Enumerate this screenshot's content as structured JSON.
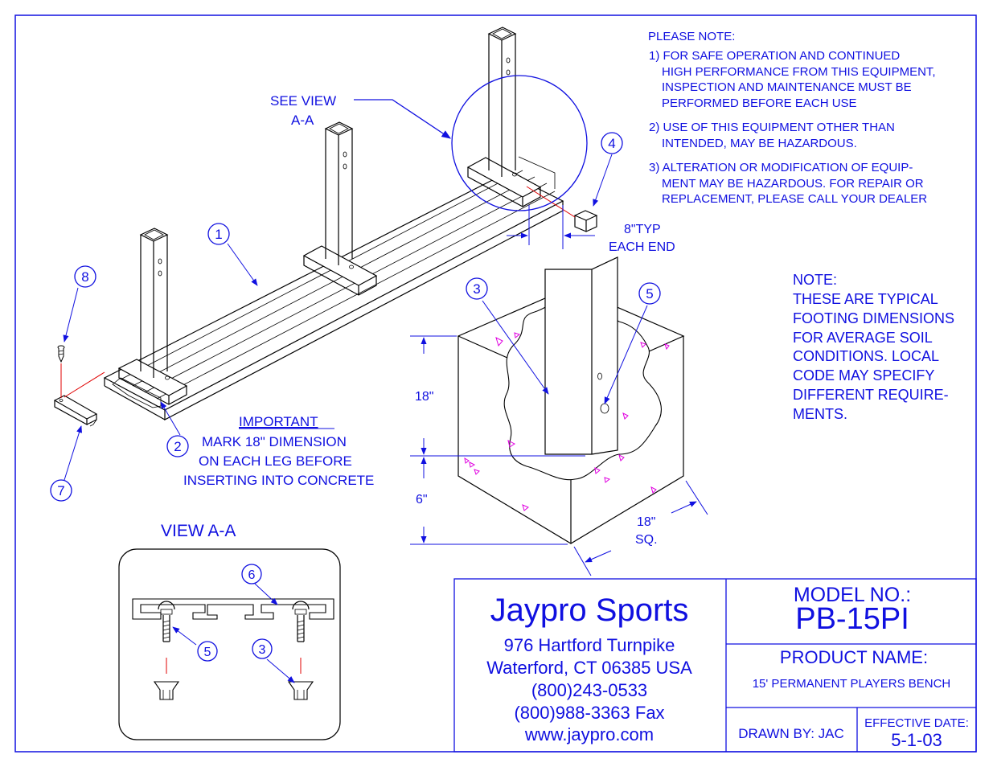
{
  "colors": {
    "ink": "#1010e0",
    "line": "#000000",
    "accent_red": "#e00000",
    "aggregate": "#e000e0"
  },
  "callouts": {
    "see_view_1": "SEE VIEW",
    "see_view_2": "A-A",
    "typ_1": "8\"TYP",
    "typ_2": "EACH END",
    "important_title": "IMPORTANT",
    "important_1": "MARK 18\" DIMENSION",
    "important_2": "ON EACH LEG BEFORE",
    "important_3": "INSERTING INTO CONCRETE",
    "view_title": "VIEW A-A"
  },
  "part_numbers": [
    "1",
    "2",
    "3",
    "4",
    "5",
    "6",
    "7",
    "8"
  ],
  "please_note": {
    "title": "PLEASE NOTE:",
    "n1_1": "1) FOR SAFE OPERATION AND CONTINUED",
    "n1_2": "HIGH PERFORMANCE FROM THIS EQUIPMENT,",
    "n1_3": "INSPECTION AND MAINTENANCE MUST BE",
    "n1_4": "PERFORMED BEFORE EACH USE",
    "n2_1": "2) USE OF THIS EQUIPMENT OTHER THAN",
    "n2_2": "INTENDED, MAY BE HAZARDOUS.",
    "n3_1": "3) ALTERATION OR MODIFICATION OF EQUIP-",
    "n3_2": "MENT MAY BE HAZARDOUS.  FOR REPAIR OR",
    "n3_3": "REPLACEMENT, PLEASE CALL YOUR DEALER"
  },
  "footing_note": {
    "title": "NOTE:",
    "lines": [
      "THESE ARE TYPICAL",
      "FOOTING DIMENSIONS",
      "FOR AVERAGE SOIL",
      "CONDITIONS. LOCAL",
      "CODE MAY SPECIFY",
      "DIFFERENT REQUIRE-",
      "MENTS."
    ]
  },
  "dimensions": {
    "depth": "18\"",
    "base": "6\"",
    "square_1": "18\"",
    "square_2": "SQ."
  },
  "title_block": {
    "company": "Jaypro Sports",
    "address_1": "976 Hartford Turnpike",
    "address_2": "Waterford, CT 06385 USA",
    "phone": "(800)243-0533",
    "fax": "(800)988-3363 Fax",
    "web": "www.jaypro.com",
    "model_label": "MODEL NO.:",
    "model": "PB-15PI",
    "product_label": "PRODUCT NAME:",
    "product": "15' PERMANENT PLAYERS BENCH",
    "drawn_by": "DRAWN BY: JAC",
    "effective_label": "EFFECTIVE DATE:",
    "effective": "5-1-03"
  }
}
